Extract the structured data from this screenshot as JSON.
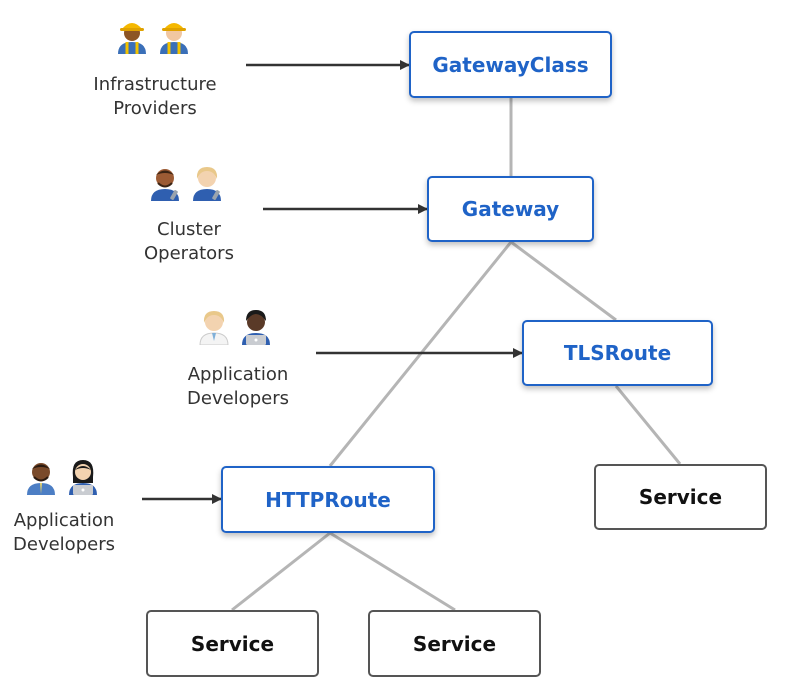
{
  "resources": {
    "gatewayclass": "GatewayClass",
    "gateway": "Gateway",
    "tlsroute": "TLSRoute",
    "httproute": "HTTPRoute"
  },
  "services": {
    "tls_service": "Service",
    "http_service_left": "Service",
    "http_service_right": "Service"
  },
  "personas": {
    "infrastructure_providers": {
      "line1": "Infrastructure",
      "line2": "Providers",
      "icons": [
        "construction-worker-icon",
        "construction-worker-icon"
      ]
    },
    "cluster_operators": {
      "line1": "Cluster",
      "line2": "Operators",
      "icons": [
        "mechanic-icon",
        "mechanic-icon"
      ]
    },
    "app_developers_tls": {
      "line1": "Application",
      "line2": "Developers",
      "icons": [
        "doctor-icon",
        "technologist-icon"
      ]
    },
    "app_developers_http": {
      "line1": "Application",
      "line2": "Developers",
      "icons": [
        "office-worker-icon",
        "technologist-icon"
      ]
    }
  },
  "colors": {
    "resource_accent": "#1f63c7",
    "service_border": "#555555",
    "connector": "#b5b5b5",
    "arrow": "#333333"
  }
}
